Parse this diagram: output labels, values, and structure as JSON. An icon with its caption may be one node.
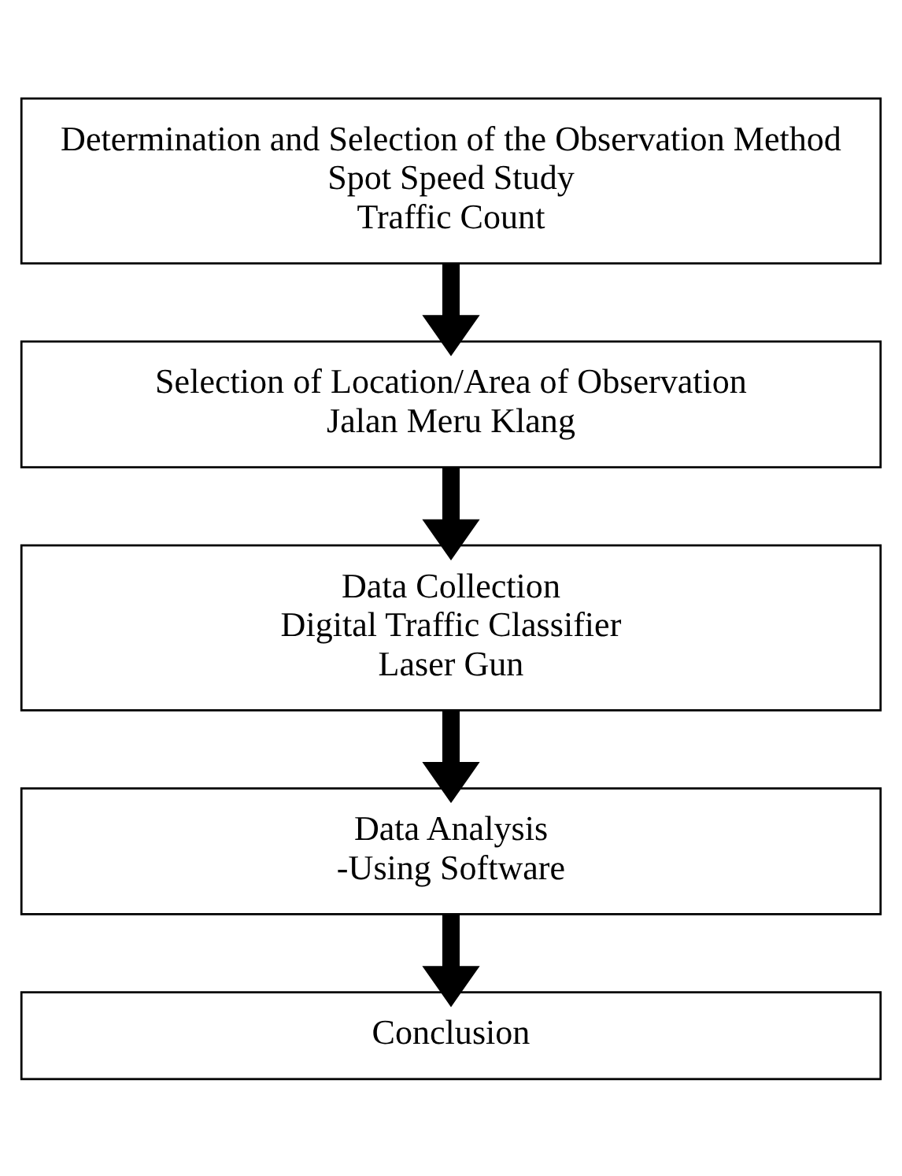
{
  "diagram": {
    "nodes": [
      {
        "text": [
          "Determination and Selection of the Observation Method",
          "Spot Speed Study",
          "Traffic Count"
        ]
      },
      {
        "text": [
          "Selection of Location/Area of Observation",
          "Jalan Meru Klang"
        ]
      },
      {
        "text": [
          "Data Collection",
          "Digital Traffic Classifier",
          "Laser Gun"
        ]
      },
      {
        "text": [
          "Data Analysis",
          "-Using Software"
        ]
      },
      {
        "text": [
          "Conclusion"
        ]
      }
    ],
    "edges": [
      {
        "from": 0,
        "to": 1,
        "arrow": "to"
      },
      {
        "from": 1,
        "to": 2,
        "arrow": "to"
      },
      {
        "from": 2,
        "to": 3,
        "arrow": "to"
      },
      {
        "from": 3,
        "to": 4,
        "arrow": "to"
      }
    ]
  }
}
